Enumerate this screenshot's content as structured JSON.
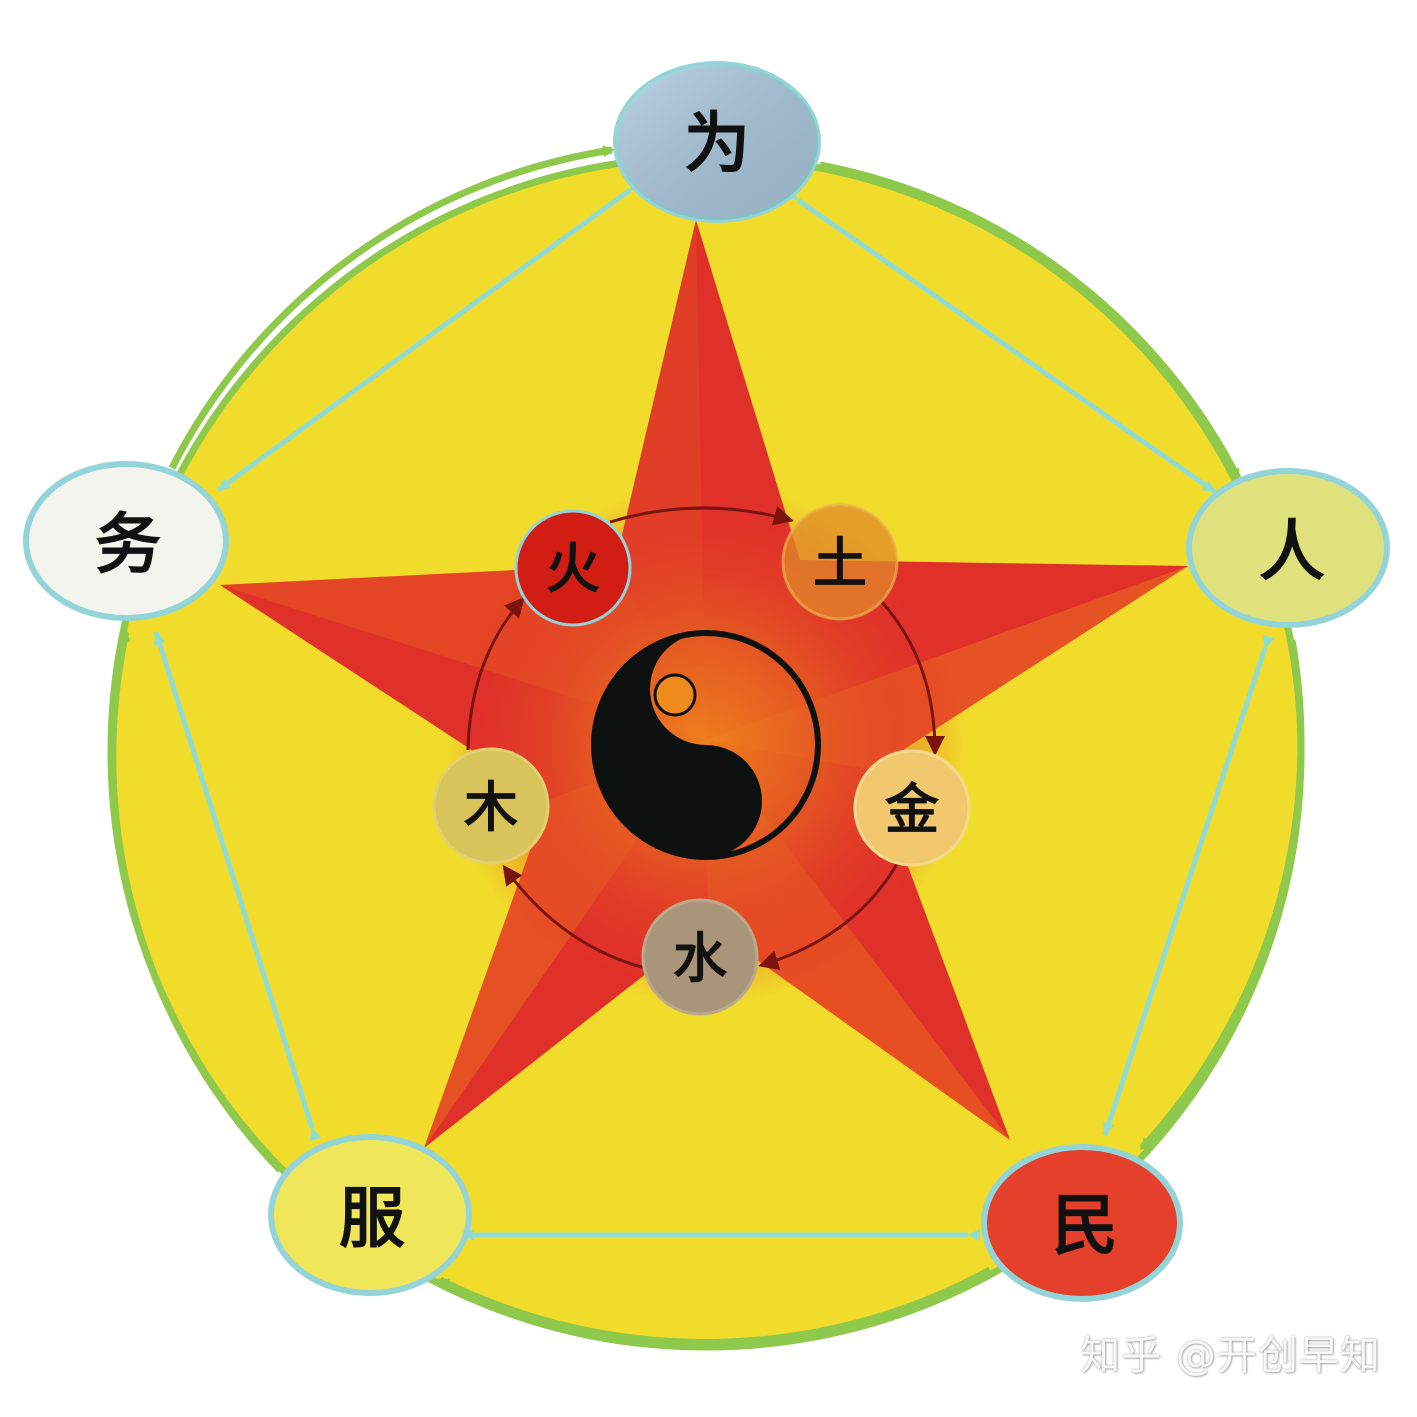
{
  "outer_nodes": [
    {
      "id": "wei",
      "label": "为",
      "color": "#a9c6dd"
    },
    {
      "id": "ren",
      "label": "人",
      "color": "#dfe27c"
    },
    {
      "id": "min",
      "label": "民",
      "color": "#e4402b"
    },
    {
      "id": "fu",
      "label": "服",
      "color": "#efe65a"
    },
    {
      "id": "wu",
      "label": "务",
      "color": "#f4f4ef"
    }
  ],
  "inner_nodes": [
    {
      "id": "huo",
      "label": "火",
      "color": "#d21d14"
    },
    {
      "id": "tu",
      "label": "土",
      "color": "#e08a2a"
    },
    {
      "id": "jin",
      "label": "金",
      "color": "#f2c86e"
    },
    {
      "id": "shui",
      "label": "水",
      "color": "#a8957a"
    },
    {
      "id": "mu",
      "label": "木",
      "color": "#d8c458"
    }
  ],
  "colors": {
    "circle_fill": "#f1dc2b",
    "circle_border": "#8ec94c",
    "star_red": "#e0302a",
    "star_orange": "#f08a1c",
    "node_border": "#92d4d8",
    "connector": "#8fdcd6",
    "inner_arrow": "#7a1410",
    "yinyang_dark": "#0d1211"
  },
  "watermark": "知乎 @开创早知"
}
